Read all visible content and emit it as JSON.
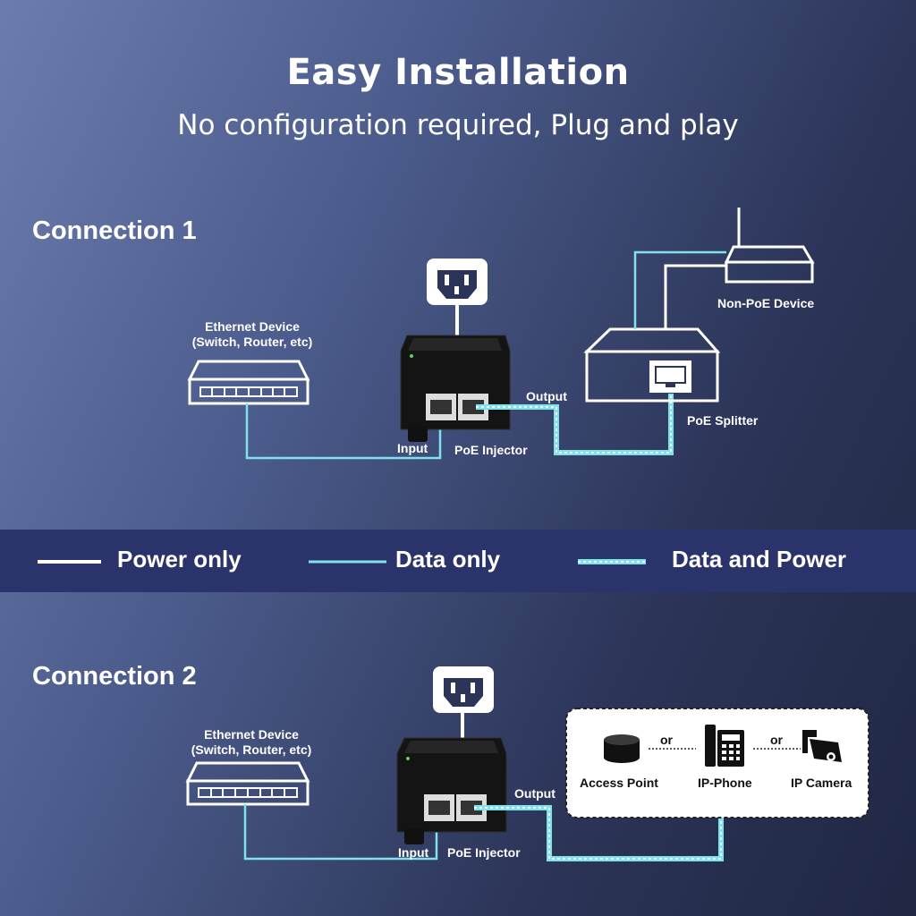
{
  "header": {
    "title": "Easy Installation",
    "subtitle": "No configuration required, Plug and play"
  },
  "connection1": {
    "title": "Connection 1",
    "ethernet_device": "Ethernet Device",
    "ethernet_device_sub": "(Switch, Router, etc)",
    "output_label": "Output",
    "input_label": "Input",
    "injector_label": "PoE Injector",
    "splitter_label": "PoE Splitter",
    "non_poe_label": "Non-PoE Device"
  },
  "legend": {
    "power_only": "Power only",
    "data_only": "Data only",
    "data_and_power": "Data and Power",
    "colors": {
      "power": "#ffffff",
      "data": "#7fe3ec",
      "band": "#2a336a"
    }
  },
  "connection2": {
    "title": "Connection 2",
    "ethernet_device": "Ethernet Device",
    "ethernet_device_sub": "(Switch, Router, etc)",
    "output_label": "Output",
    "input_label": "Input",
    "injector_label": "PoE Injector",
    "or_1": "or",
    "or_2": "or",
    "access_point": "Access Point",
    "ip_phone": "IP-Phone",
    "ip_camera": "IP Camera"
  }
}
